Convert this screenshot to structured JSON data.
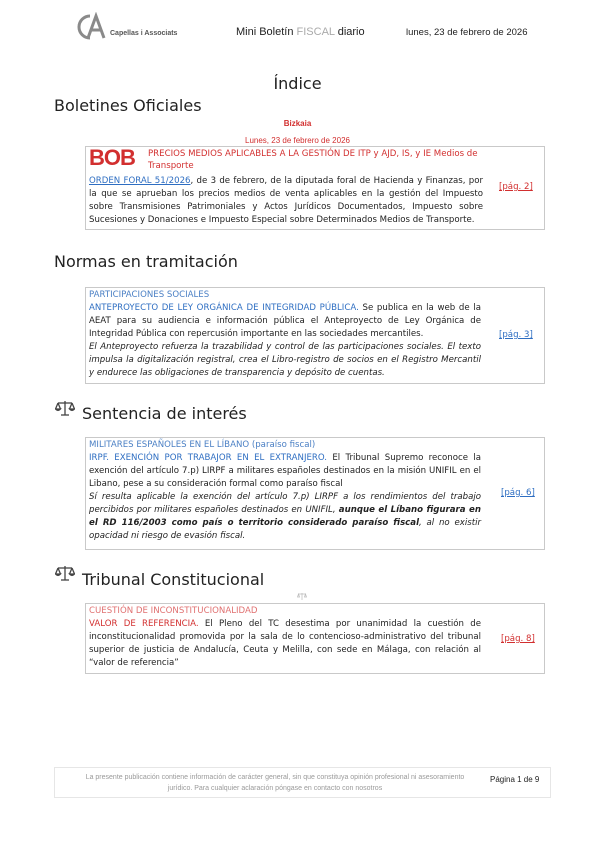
{
  "header": {
    "brand": "Capellas i Associats",
    "title_prefix": "Mini Boletín ",
    "title_fiscal": "FISCAL",
    "title_suffix": " diario",
    "date": "lunes, 23 de febrero de 2026"
  },
  "index_title": "Índice",
  "boletines": {
    "heading": "Boletines Oficiales",
    "region": "Bizkaia",
    "date": "Lunes, 23 de febrero de 2026",
    "logo_text": "BOB",
    "item_title": "PRECIOS MEDIOS APLICABLES A LA GESTIÓN DE ITP y AJD, IS, y IE Medios de Transporte",
    "link_text": "ORDEN FORAL 51/2026",
    "body_line1": ", de 3 de febrero, de la diputada foral de Hacienda y Finanzas, por",
    "body_rest": "que se aprueban los precios medios de venta aplicables en la gestión del Impuesto sobre Transmisiones Patrimoniales y Actos Jurídicos Documentados, Impuesto sobre Sucesiones y Donaciones e Impuesto Especial sobre Determinados Medios de Transporte.",
    "body_la": "la",
    "page_ref": "[pág. 2]"
  },
  "normas": {
    "heading": "Normas en tramitación",
    "category": "PARTICIPACIONES SOCIALES",
    "lead": "ANTEPROYECTO DE LEY ORGÁNICA DE INTEGRIDAD PÚBLICA.",
    "body": " Se publica en la web de la AEAT para su audiencia e información pública el Anteproyecto de Ley Orgánica de Integridad Pública con repercusión importante en las sociedades mercantiles.",
    "italic": "El Anteproyecto refuerza la trazabilidad y control de las participaciones sociales. El texto impulsa la digitalización registral, crea el Libro-registro de socios en el Registro Mercantil y endurece las obligaciones de transparencia y depósito de cuentas.",
    "page_ref": "[pág. 3]"
  },
  "sentencia": {
    "heading": "Sentencia de interés",
    "icon": "scales-icon",
    "category": "MILITARES ESPAÑOLES EN EL LÍBANO (paraíso fiscal)",
    "lead": "IRPF. EXENCIÓN POR TRABAJOR EN EL EXTRANJERO.",
    "body": " El Tribunal Supremo reconoce la exención del artículo 7.p) LIRPF a militares españoles destinados en la misión UNIFIL en el Libano, pese a su consideración formal como paraíso fiscal",
    "italic_a": "Sí resulta aplicable la exención del artículo 7.p) LIRPF a los rendimientos del trabajo percibidos por militares españoles destinados en UNIFIL, ",
    "italic_bold": "aunque el Líbano figurara en el RD 116/2003 como país o territorio considerado paraíso fiscal",
    "italic_b": ", al no existir opacidad ni riesgo de evasión fiscal.",
    "page_ref": "[pág. 6]"
  },
  "tribunal": {
    "heading": "Tribunal Constitucional",
    "icon": "scales-icon",
    "category": "CUESTIÓN DE INCONSTITUCIONALIDAD",
    "lead": "VALOR DE REFERENCIA.",
    "body": " El Pleno del TC desestima por unanimidad la cuestión de inconstitucionalidad promovida por la sala de lo contencioso-administrativo del tribunal superior de justicia de Andalucía, Ceuta y Melilla, con sede en Málaga, con relación al “valor de referencia”",
    "page_ref": "[pág. 8]"
  },
  "footer": {
    "disclaimer": "La presente publicación contiene información de carácter general, sin que constituya opinión profesional ni asesoramiento jurídico. Para cualquier aclaración póngase en contacto con nosotros",
    "page": "Página 1 de 9"
  },
  "colors": {
    "red": "#d22f2f",
    "blue": "#2e6ec2",
    "category_blue": "#4a7fc4",
    "category_red": "#e07070"
  }
}
